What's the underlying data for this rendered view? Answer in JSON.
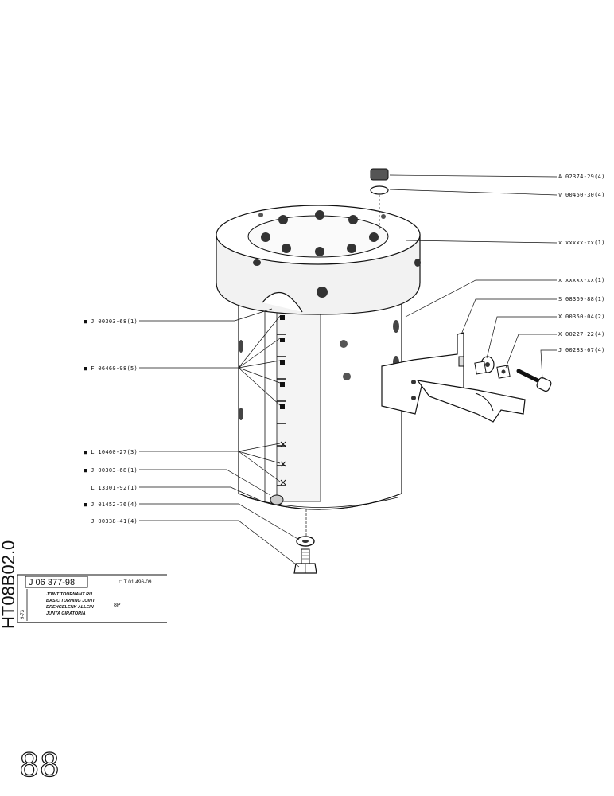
{
  "callouts_right": [
    {
      "code": "A 02374-29(4)"
    },
    {
      "code": "V 00450-30(4)"
    },
    {
      "code": "x xxxxx-xx(1)"
    },
    {
      "code": "x xxxxx-xx(1)"
    },
    {
      "code": "S 08369-88(1)"
    },
    {
      "code": "X 00350-04(2)"
    },
    {
      "code": "X 00227-22(4)"
    },
    {
      "code": "J 00283-67(4)"
    }
  ],
  "callouts_left": [
    {
      "code": "■ J 00303-68(1)"
    },
    {
      "code": "■ F 06460-98(5)"
    },
    {
      "code": "■ L 10460-27(3)"
    },
    {
      "code": "■ J 00303-68(1)"
    },
    {
      "code": "L 13301-92(1)"
    },
    {
      "code": "■ J 01452-76(4)"
    },
    {
      "code": "J 00338-41(4)"
    }
  ],
  "title_block": {
    "part_number": "J 06 377-98",
    "ref_code": "□ T 01 496-09",
    "desc_fr": "JOINT TOURNANT RU",
    "desc_en": "BASIC TURNING JOINT",
    "desc_de": "DREHGELENK ALLEIN",
    "desc_es": "JUNTA GIRATORIA",
    "code_small": "8P",
    "date": "9-73"
  },
  "side_code": "HT08B02.0",
  "page_number": "88"
}
